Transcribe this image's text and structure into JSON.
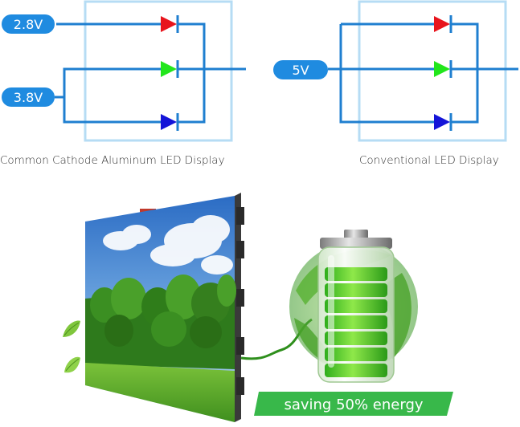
{
  "left_circuit": {
    "caption": "Common Cathode Aluminum LED Display",
    "voltage_top": "2.8V",
    "voltage_bottom": "3.8V"
  },
  "right_circuit": {
    "caption": "Conventional LED Display",
    "voltage": "5V"
  },
  "colors": {
    "wire": "#1f7fd0",
    "frame": "#b6dcf4",
    "label_fill": "#1f8be0",
    "led_red": "#e8141c",
    "led_green": "#22e61c",
    "led_blue": "#1414d8",
    "banner_green": "#38b84a"
  },
  "banner": {
    "text": "saving 50% energy"
  },
  "battery": {
    "level_fraction": 0.85
  }
}
